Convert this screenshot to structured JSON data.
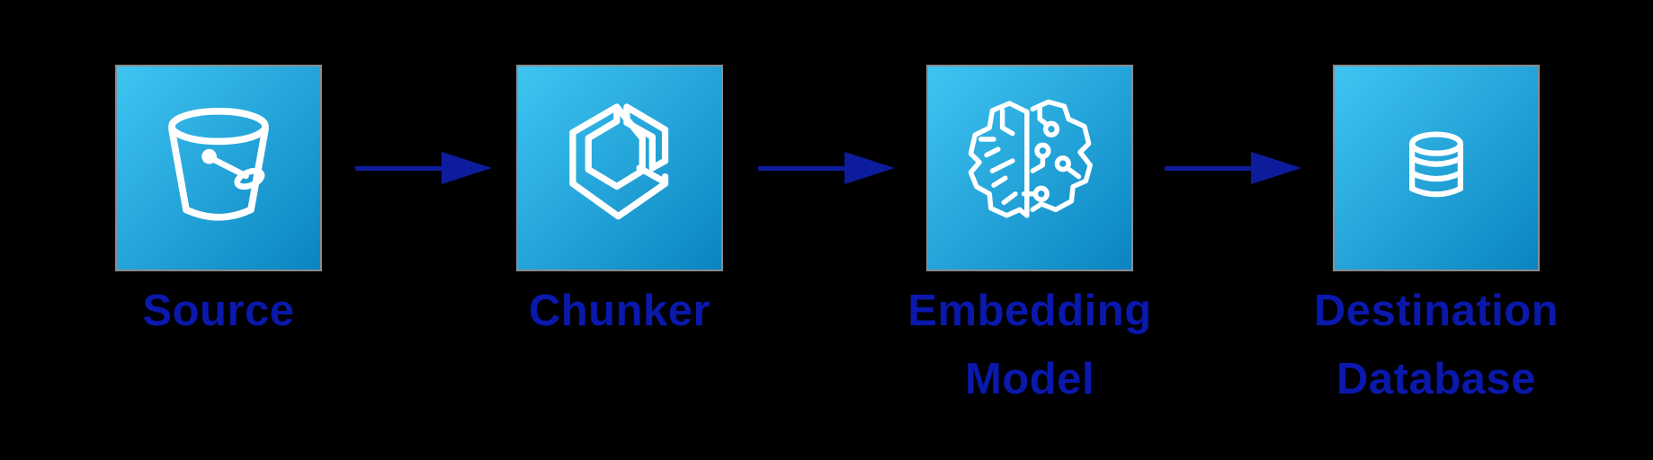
{
  "diagram": {
    "title": "",
    "nodes": [
      {
        "id": "source",
        "label": "Source",
        "icon": "bucket-icon"
      },
      {
        "id": "chunker",
        "label": "Chunker",
        "icon": "hex-chunk-icon"
      },
      {
        "id": "embedding-model",
        "label": "Embedding Model",
        "icon": "brain-circuit-icon"
      },
      {
        "id": "destination-database",
        "label": "Destination Database",
        "icon": "database-icon"
      }
    ],
    "arrows": [
      {
        "from": "source",
        "to": "chunker"
      },
      {
        "from": "chunker",
        "to": "embedding-model"
      },
      {
        "from": "embedding-model",
        "to": "destination-database"
      }
    ],
    "colors": {
      "tile-grad-top": "#3FC5F2",
      "tile-grad-bottom": "#0A84C1",
      "tile-border": "#8B8B8B",
      "arrow": "#0D1C9C",
      "label": "#0A18AC",
      "icon-stroke": "#FFFFFF",
      "background": "#000000"
    }
  }
}
